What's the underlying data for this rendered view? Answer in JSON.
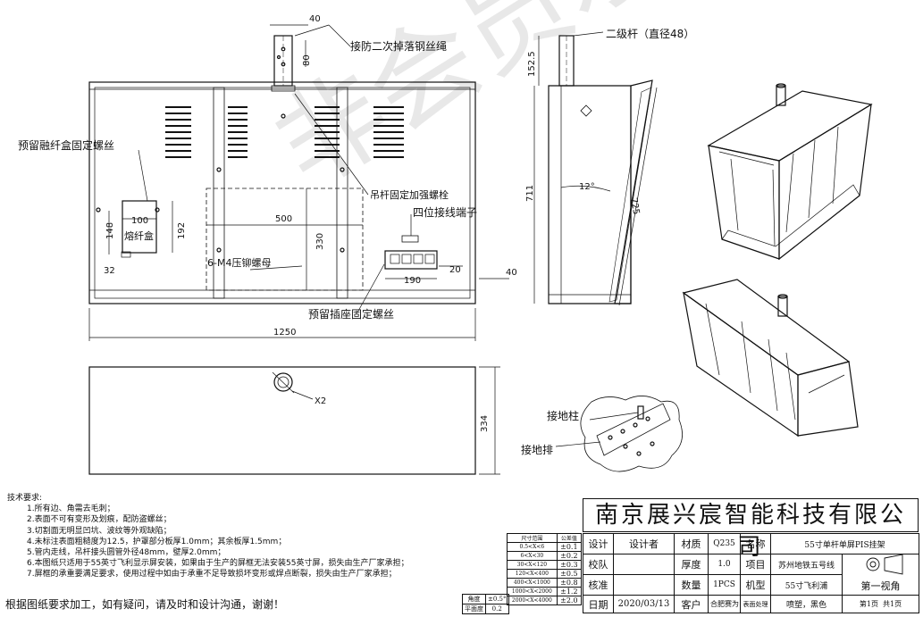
{
  "watermark": "非会员水印",
  "labels": {
    "anti_drop": "接防二次掉落钢丝绳",
    "second_pole": "二级杆（直径48）",
    "fiber_screw": "预留融纤盒固定螺丝",
    "pole_bolt": "吊杆固定加强螺栓",
    "terminal": "四位接线端子",
    "m4_nut": "6-M4压铆螺母",
    "socket_screw": "预留插座固定螺丝",
    "fiber_box": "熔纤盒",
    "hole_count": "X2",
    "ground_post": "接地柱",
    "ground_bar": "接地排"
  },
  "dims": {
    "d40_top": "40",
    "d80": "80",
    "d152": "152.5",
    "d500": "500",
    "d330": "330",
    "d100": "100",
    "d148": "148",
    "d192": "192",
    "d32": "32",
    "d190": "190",
    "d20": "20",
    "d40_side": "40",
    "d1250": "1250",
    "d711": "711",
    "d725": "725",
    "angle": "12°",
    "d334": "334"
  },
  "notes": {
    "heading": "技术要求:",
    "items": [
      "1.所有边、角需去毛刺；",
      "2.表面不可有变形及划痕，配防盗螺丝；",
      "3.切割面无明显凹坑、波纹等外观缺陷；",
      "4.未标注表面粗糙度为12.5，护罩部分板厚1.0mm；其余板厚1.5mm；",
      "5.管内走线，吊杆接头圆管外径48mm，壁厚2.0mm；",
      "6.本图纸只适用于55英寸飞利显示屏安装，如果由于生产的屏框无法安装55英寸屏，损失由生产厂家承担；",
      "7.屏框的承重要满足要求，使用过程中如由于承重不足导致损坏变形或焊点断裂，损失由生产厂家承担；"
    ],
    "footer": "根据图纸要求加工，如有疑问，请及时和设计沟通，谢谢！"
  },
  "tolerance": {
    "header": [
      "尺寸范围",
      "公差值"
    ],
    "rows": [
      [
        "0.5<X<6",
        "±0.1"
      ],
      [
        "6<X<30",
        "±0.2"
      ],
      [
        "30<X<120",
        "±0.3"
      ],
      [
        "120<X<400",
        "±0.5"
      ],
      [
        "400<X<1000",
        "±0.8"
      ],
      [
        "1000<X<2000",
        "±1.2"
      ],
      [
        "2000<X<4000",
        "±2.0"
      ]
    ],
    "angle_label": "角度",
    "angle_value": "±0.5°",
    "flat_label": "平面度",
    "flat_value": "0.2"
  },
  "titleblock": {
    "company": "南京展兴宸智能科技有限公司",
    "design_label": "设计",
    "design_value": "设计者",
    "check_label": "校队",
    "approve_label": "核准",
    "date_label": "日期",
    "date_value": "2020/03/13",
    "material_label": "材质",
    "material_value": "Q235",
    "thickness_label": "厚度",
    "thickness_value": "1.0",
    "qty_label": "数量",
    "qty_value": "1PCS",
    "customer_label": "客户",
    "customer_value": "合肥赛为",
    "name_label": "名称",
    "name_value": "55寸单杆单屏PIS挂架",
    "project_label": "项目",
    "project_value": "苏州地铁五号线",
    "model_label": "机型",
    "model_value": "55寸飞利浦",
    "surface_label": "表面处理",
    "surface_value": "喷塑，黑色",
    "view_label": "第一视角",
    "page_label": "第1页",
    "total_label": "共1页"
  }
}
